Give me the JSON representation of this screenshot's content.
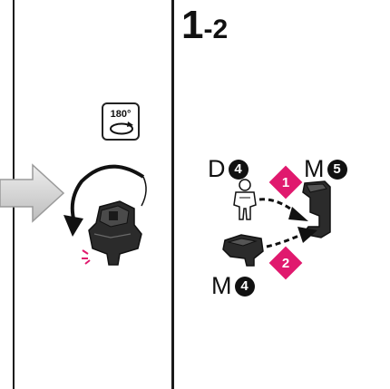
{
  "step": {
    "main": "1",
    "sub": "-2"
  },
  "rotation_badge": {
    "text": "180°",
    "icon": "rotate-icon"
  },
  "labels": {
    "d4": {
      "letter": "D",
      "num": "4"
    },
    "m5": {
      "letter": "M",
      "num": "5"
    },
    "m4": {
      "letter": "M",
      "num": "4"
    }
  },
  "order_markers": [
    {
      "num": "1"
    },
    {
      "num": "2"
    }
  ],
  "colors": {
    "accent": "#e0196e",
    "ink": "#111111",
    "arrow_fill": "#d8d8d8",
    "part_dark": "#2b2b2b"
  }
}
